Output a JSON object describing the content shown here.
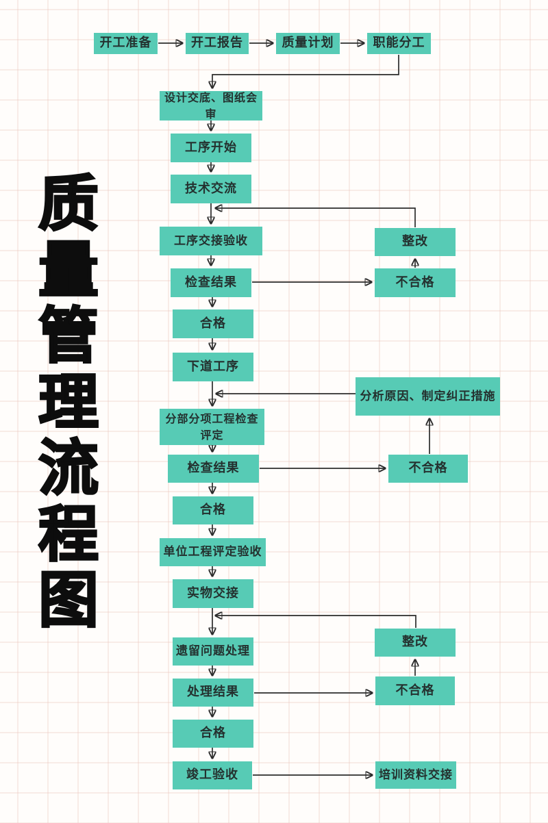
{
  "page": {
    "background_color": "#fffdfb",
    "grid_color": "#ebc6be"
  },
  "title": {
    "text": "质量管理流程图",
    "color": "#0d0d0d",
    "chars": [
      "质",
      "量",
      "管",
      "理",
      "流",
      "程",
      "图"
    ]
  },
  "flowchart": {
    "node_fill_color": "#57cbb5",
    "node_text_color": "#24312f",
    "arrow_color": "#2b2b2b",
    "nodes": [
      {
        "id": "start-prep",
        "label": "开工准备"
      },
      {
        "id": "start-report",
        "label": "开工报告"
      },
      {
        "id": "quality-plan",
        "label": "质量计划"
      },
      {
        "id": "duty-division",
        "label": "职能分工"
      },
      {
        "id": "design-disclosure",
        "label": "设计交底、图纸会审"
      },
      {
        "id": "process-start",
        "label": "工序开始"
      },
      {
        "id": "tech-exchange",
        "label": "技术交流"
      },
      {
        "id": "process-handover",
        "label": "工序交接验收"
      },
      {
        "id": "rectify-1",
        "label": "整改"
      },
      {
        "id": "check-result-1",
        "label": "检查结果"
      },
      {
        "id": "unqualified-1",
        "label": "不合格"
      },
      {
        "id": "qualified-1",
        "label": "合格"
      },
      {
        "id": "next-process",
        "label": "下道工序"
      },
      {
        "id": "analyze-cause",
        "label": "分析原因、制定纠正措施"
      },
      {
        "id": "subitem-inspection",
        "label": "分部分项工程检查评定"
      },
      {
        "id": "check-result-2",
        "label": "检查结果"
      },
      {
        "id": "unqualified-2",
        "label": "不合格"
      },
      {
        "id": "qualified-2",
        "label": "合格"
      },
      {
        "id": "unit-acceptance",
        "label": "单位工程评定验收"
      },
      {
        "id": "physical-handover",
        "label": "实物交接"
      },
      {
        "id": "leftover-issues",
        "label": "遗留问题处理"
      },
      {
        "id": "rectify-2",
        "label": "整改"
      },
      {
        "id": "handle-result",
        "label": "处理结果"
      },
      {
        "id": "unqualified-3",
        "label": "不合格"
      },
      {
        "id": "qualified-3",
        "label": "合格"
      },
      {
        "id": "completion-acceptance",
        "label": "竣工验收"
      },
      {
        "id": "training-handover",
        "label": "培训资料交接"
      }
    ]
  }
}
